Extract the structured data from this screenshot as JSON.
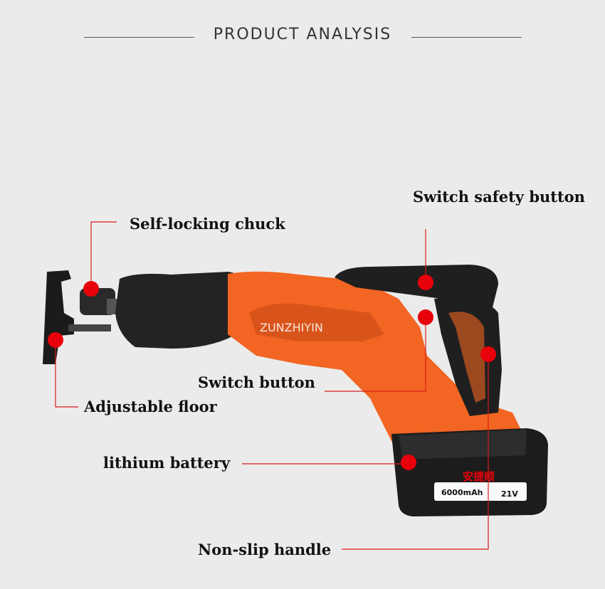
{
  "header": {
    "title": "PRODUCT ANALYSIS"
  },
  "labels": {
    "switch_safety": "Switch safety button",
    "chuck": "Self-locking chuck",
    "switch_button": "Switch button",
    "adjustable_floor": "Adjustable floor",
    "battery": "lithium battery",
    "handle": "Non-slip handle"
  },
  "product": {
    "brand_text": "ZUNZHIYIN",
    "battery_brand": "安捷顺",
    "battery_capacity": "6000mAh",
    "battery_voltage": "21V"
  },
  "colors": {
    "accent_red": "#e8000b",
    "body_orange": "#f26522",
    "dark": "#1e1e1e"
  },
  "icons": [
    "callout-dot"
  ]
}
